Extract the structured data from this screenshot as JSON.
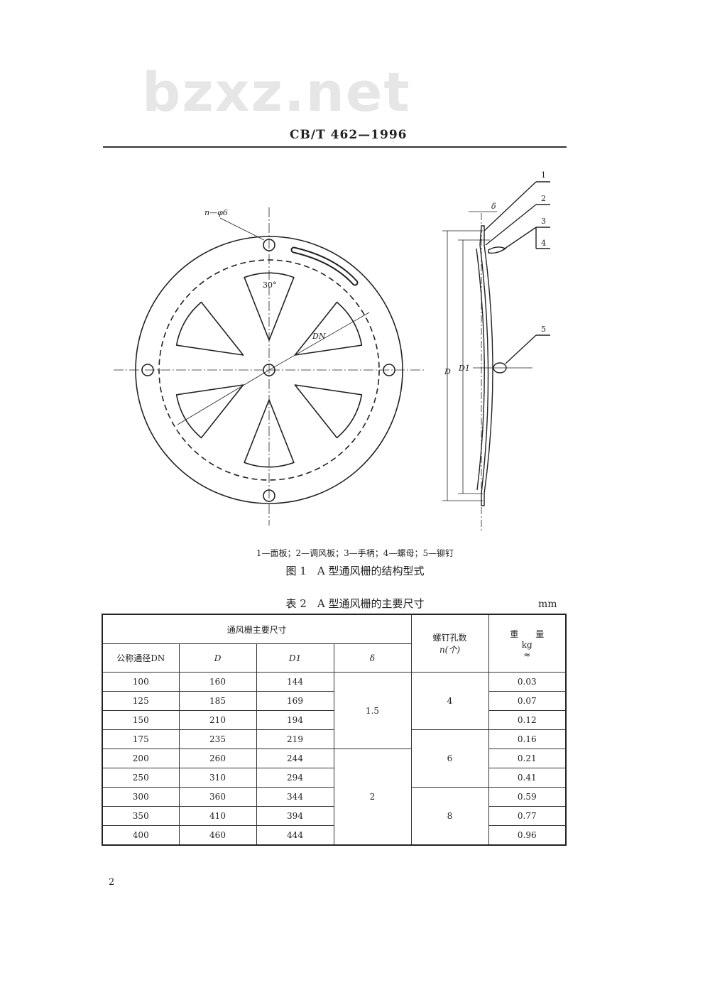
{
  "watermark": "bzxz.net",
  "header": "CB/T 462—1996",
  "figure": {
    "labels": {
      "n_holes": "n—φ6",
      "angle": "30°",
      "dn": "DN",
      "delta": "δ",
      "d": "D",
      "d1": "D1",
      "callouts": [
        "1",
        "2",
        "3",
        "4",
        "5"
      ]
    },
    "legend": "1—面板；2—调风板；3—手柄；4—螺母；5—铆钉",
    "caption": "图 1　A 型通风栅的结构型式"
  },
  "table": {
    "caption": "表 2　A 型通风栅的主要尺寸",
    "unit": "mm",
    "group_header": "通风栅主要尺寸",
    "headers": {
      "dn": "公称通径DN",
      "d": "D",
      "d1": "D1",
      "delta": "δ",
      "holes": "螺钉孔数",
      "holes_sub": "n(个)",
      "weight": "重　　量",
      "weight_unit": "kg",
      "weight_approx": "≈"
    },
    "rows": [
      {
        "dn": "100",
        "d": "160",
        "d1": "144",
        "w": "0.03"
      },
      {
        "dn": "125",
        "d": "185",
        "d1": "169",
        "w": "0.07"
      },
      {
        "dn": "150",
        "d": "210",
        "d1": "194",
        "w": "0.12"
      },
      {
        "dn": "175",
        "d": "235",
        "d1": "219",
        "w": "0.16"
      },
      {
        "dn": "200",
        "d": "260",
        "d1": "244",
        "w": "0.21"
      },
      {
        "dn": "250",
        "d": "310",
        "d1": "294",
        "w": "0.41"
      },
      {
        "dn": "300",
        "d": "360",
        "d1": "344",
        "w": "0.59"
      },
      {
        "dn": "350",
        "d": "410",
        "d1": "394",
        "w": "0.77"
      },
      {
        "dn": "400",
        "d": "460",
        "d1": "444",
        "w": "0.96"
      }
    ],
    "delta_groups": [
      "1.5",
      "2"
    ],
    "hole_groups": [
      "4",
      "6",
      "8"
    ]
  },
  "page_number": "2"
}
